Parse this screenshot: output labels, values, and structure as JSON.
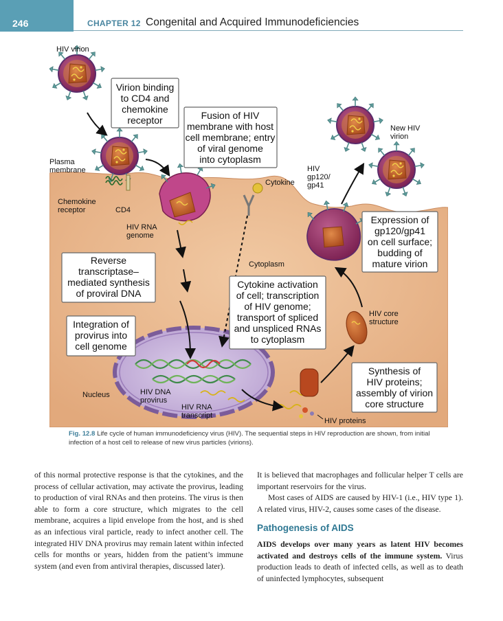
{
  "header": {
    "page_number": "246",
    "chapter_label": "CHAPTER 12",
    "chapter_title": "Congenital and Acquired Immunodeficiencies"
  },
  "figure": {
    "labels": {
      "hiv_virion": "HIV virion",
      "plasma_1": "Plasma",
      "plasma_2": "membrane",
      "chemokine_1": "Chemokine",
      "chemokine_2": "receptor",
      "cd4": "CD4",
      "rna_genome_1": "HIV RNA",
      "rna_genome_2": "genome",
      "cytokine": "Cytokine",
      "gp_1": "HIV",
      "gp_2": "gp120/",
      "gp_3": "gp41",
      "new_virion_1": "New HIV",
      "new_virion_2": "virion",
      "cytoplasm": "Cytoplasm",
      "nucleus": "Nucleus",
      "dna_provirus_1": "HIV DNA",
      "dna_provirus_2": "provirus",
      "rna_transcript_1": "HIV RNA",
      "rna_transcript_2": "transcript",
      "core_1": "HIV core",
      "core_2": "structure",
      "proteins": "HIV  proteins"
    },
    "boxes": {
      "binding": [
        "Virion binding",
        "to CD4 and",
        "chemokine",
        "receptor"
      ],
      "fusion": [
        "Fusion of HIV",
        "membrane with host",
        "cell membrane; entry",
        "of viral genome",
        "into cytoplasm"
      ],
      "reverse": [
        "Reverse",
        "transcriptase–",
        "mediated synthesis",
        "of proviral DNA"
      ],
      "integration": [
        "Integration of",
        "provirus into",
        "cell genome"
      ],
      "cytokine_activation": [
        "Cytokine activation",
        "of cell; transcription",
        "of HIV genome;",
        "transport of spliced",
        "and unspliced RNAs",
        "to cytoplasm"
      ],
      "expression": [
        "Expression of",
        "gp120/gp41",
        "on cell surface;",
        "budding of",
        "mature virion"
      ],
      "synthesis": [
        "Synthesis of",
        "HIV proteins;",
        "assembly of virion",
        "core structure"
      ]
    },
    "colors": {
      "cytoplasm": "#e9b98f",
      "nucleus": "#c9b5dc",
      "virion_envelope": "#8e2a5e",
      "virion_core": "#c8622a",
      "spike": "#4f8a8b"
    }
  },
  "caption": {
    "fig_num": "Fig. 12.8",
    "title": "Life cycle of human immunodeficiency virus (HIV).",
    "text": " The sequential steps in HIV reproduction are shown, from initial infection of a host cell to release of new virus particles (virions)."
  },
  "body": {
    "left_paragraph": "of this normal protective response is that the cytokines, and the process of cellular activation, may activate the provirus, leading to production of viral RNAs and then proteins. The virus is then able to form a core structure, which migrates to the cell membrane, acquires a lipid envelope from the host, and is shed as an infectious viral particle, ready to infect another cell. The integrated HIV DNA provirus may remain latent within infected cells for months or years, hidden from the patient’s immune system (and even from antiviral therapies, discussed later).",
    "right_p1": "It is believed that macrophages and follicular helper T cells are important reservoirs for the virus.",
    "right_p2": "Most cases of AIDS are caused by HIV-1 (i.e., HIV type 1). A related virus, HIV-2, causes some cases of the disease.",
    "section_heading": "Pathogenesis of AIDS",
    "right_p3_bold": "AIDS develops over many years as latent HIV becomes activated and destroys cells of the immune system.",
    "right_p3_rest": " Virus production leads to death of infected cells, as well as to death of uninfected lymphocytes, subsequent"
  }
}
